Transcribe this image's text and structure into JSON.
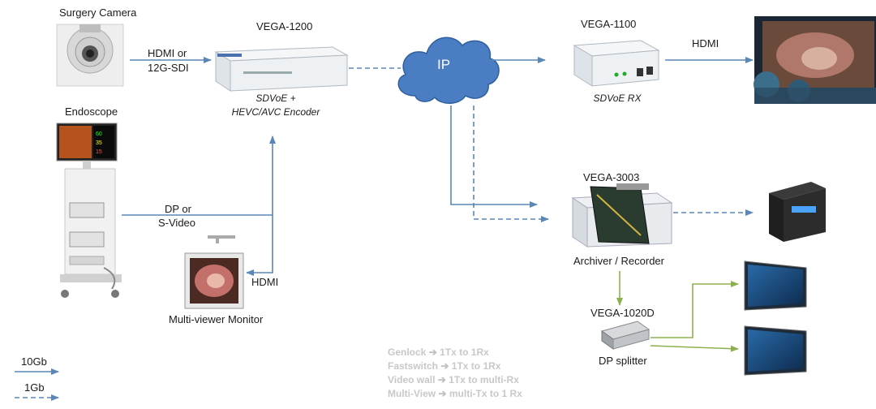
{
  "devices": {
    "surgery_camera": "Surgery Camera",
    "endoscope": "Endoscope",
    "vega1200": "VEGA-1200",
    "vega1200_caption_line1": "SDVoE +",
    "vega1200_caption_line2": "HEVC/AVC Encoder",
    "ip_cloud": "IP",
    "vega1100": "VEGA-1100",
    "vega1100_caption": "SDVoE RX",
    "vega3003": "VEGA-3003",
    "vega3003_caption": "Archiver / Recorder",
    "vega1020d": "VEGA-1020D",
    "vega1020d_caption": "DP splitter",
    "multiviewer": "Multi-viewer Monitor"
  },
  "links": {
    "camera_link_line1": "HDMI or",
    "camera_link_line2": "12G-SDI",
    "endoscope_link_line1": "DP or",
    "endoscope_link_line2": "S-Video",
    "monitor_link": "HDMI",
    "vega1100_out": "HDMI"
  },
  "legend": {
    "solid_label": "10Gb",
    "dashed_label": "1Gb"
  },
  "notes": [
    {
      "left": "Genlock",
      "right": "1Tx to 1Rx"
    },
    {
      "left": "Fastswitch",
      "right": "1Tx to 1Rx"
    },
    {
      "left": "Video wall",
      "right": "1Tx to multi-Rx"
    },
    {
      "left": "Multi-View",
      "right": "multi-Tx to 1 Rx"
    }
  ],
  "colors": {
    "line_blue": "#5a87b8",
    "line_green": "#8db04e",
    "cloud_fill": "#4a7dc2"
  }
}
